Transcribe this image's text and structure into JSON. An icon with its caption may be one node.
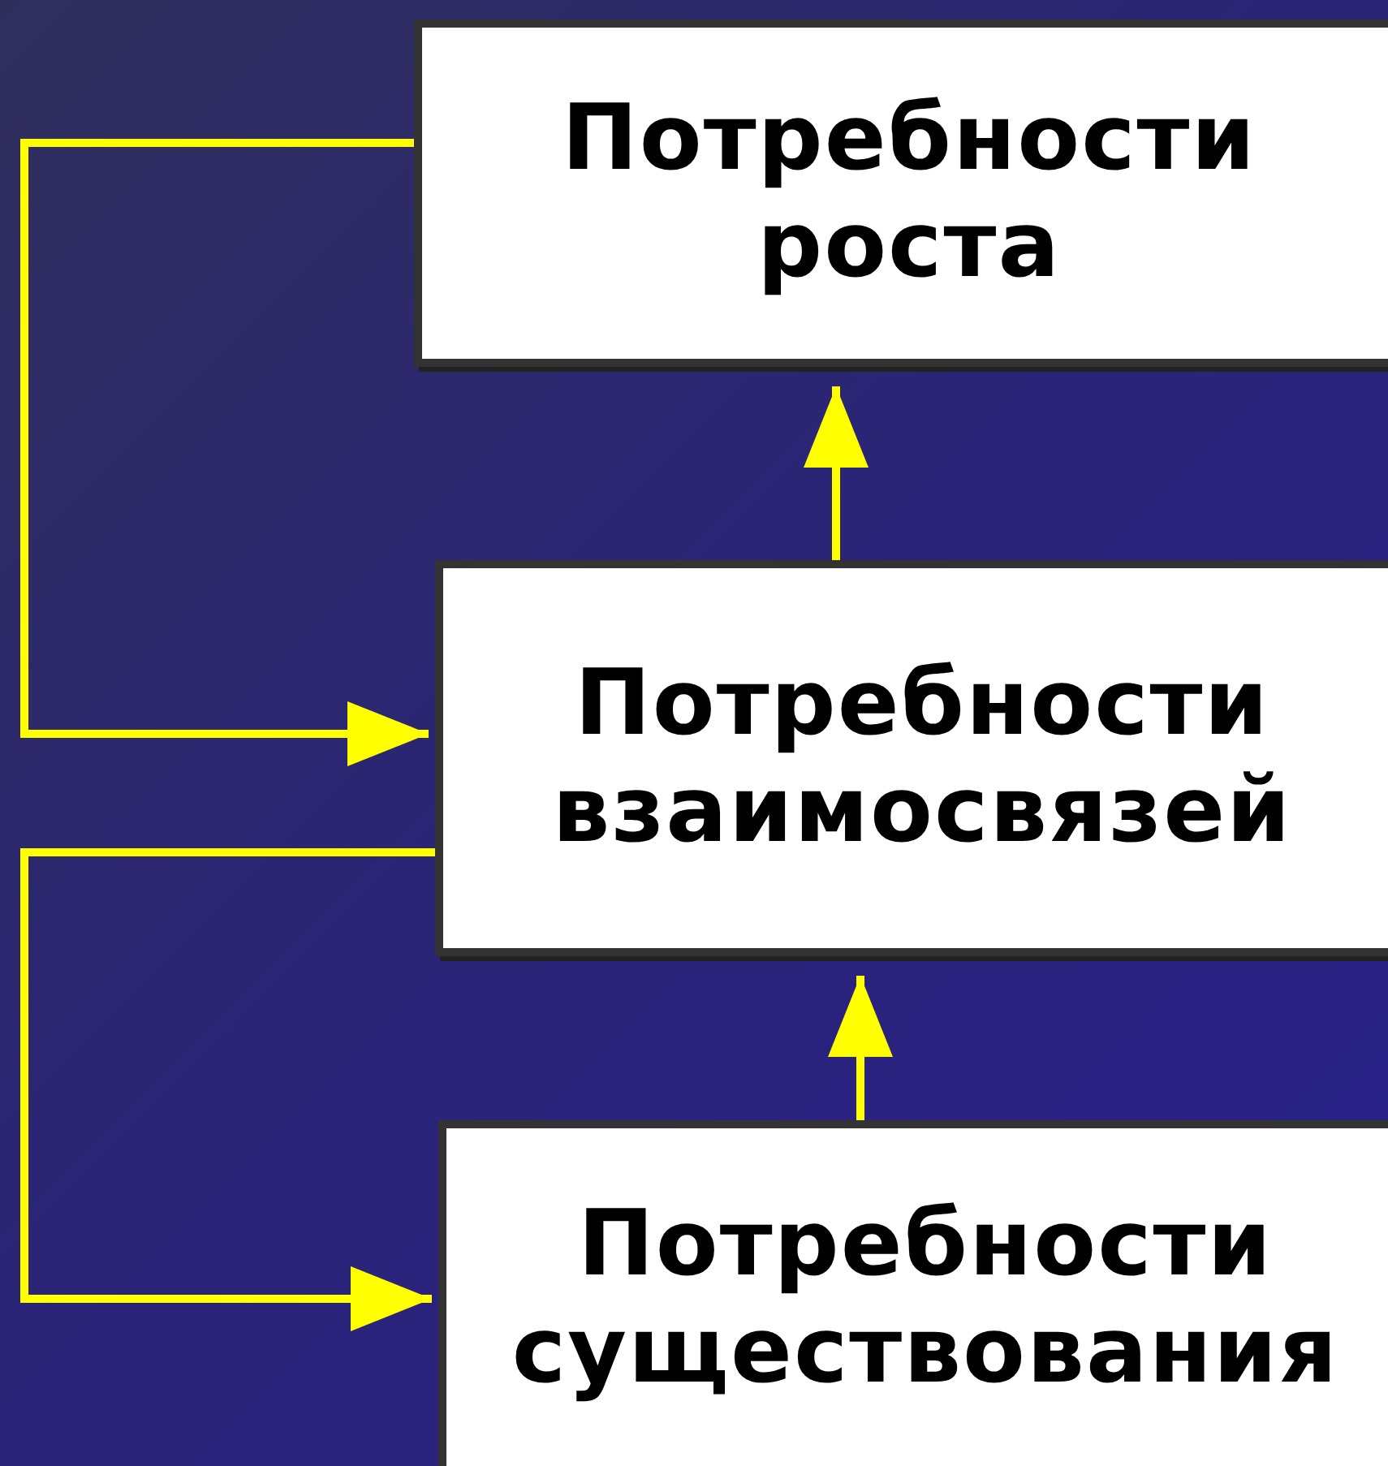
{
  "diagram": {
    "nodes": [
      {
        "text": [
          "Потребности роста"
        ]
      },
      {
        "text": [
          "Потребности взаимосвязей"
        ]
      },
      {
        "text": [
          "Потребности существования"
        ]
      }
    ],
    "edges": [
      {
        "from": 1,
        "to": 0,
        "arrow": "to"
      },
      {
        "from": 2,
        "to": 1,
        "arrow": "to"
      },
      {
        "from": 0,
        "to": 1,
        "arrow": "to"
      },
      {
        "from": 1,
        "to": 2,
        "arrow": "to"
      }
    ]
  }
}
